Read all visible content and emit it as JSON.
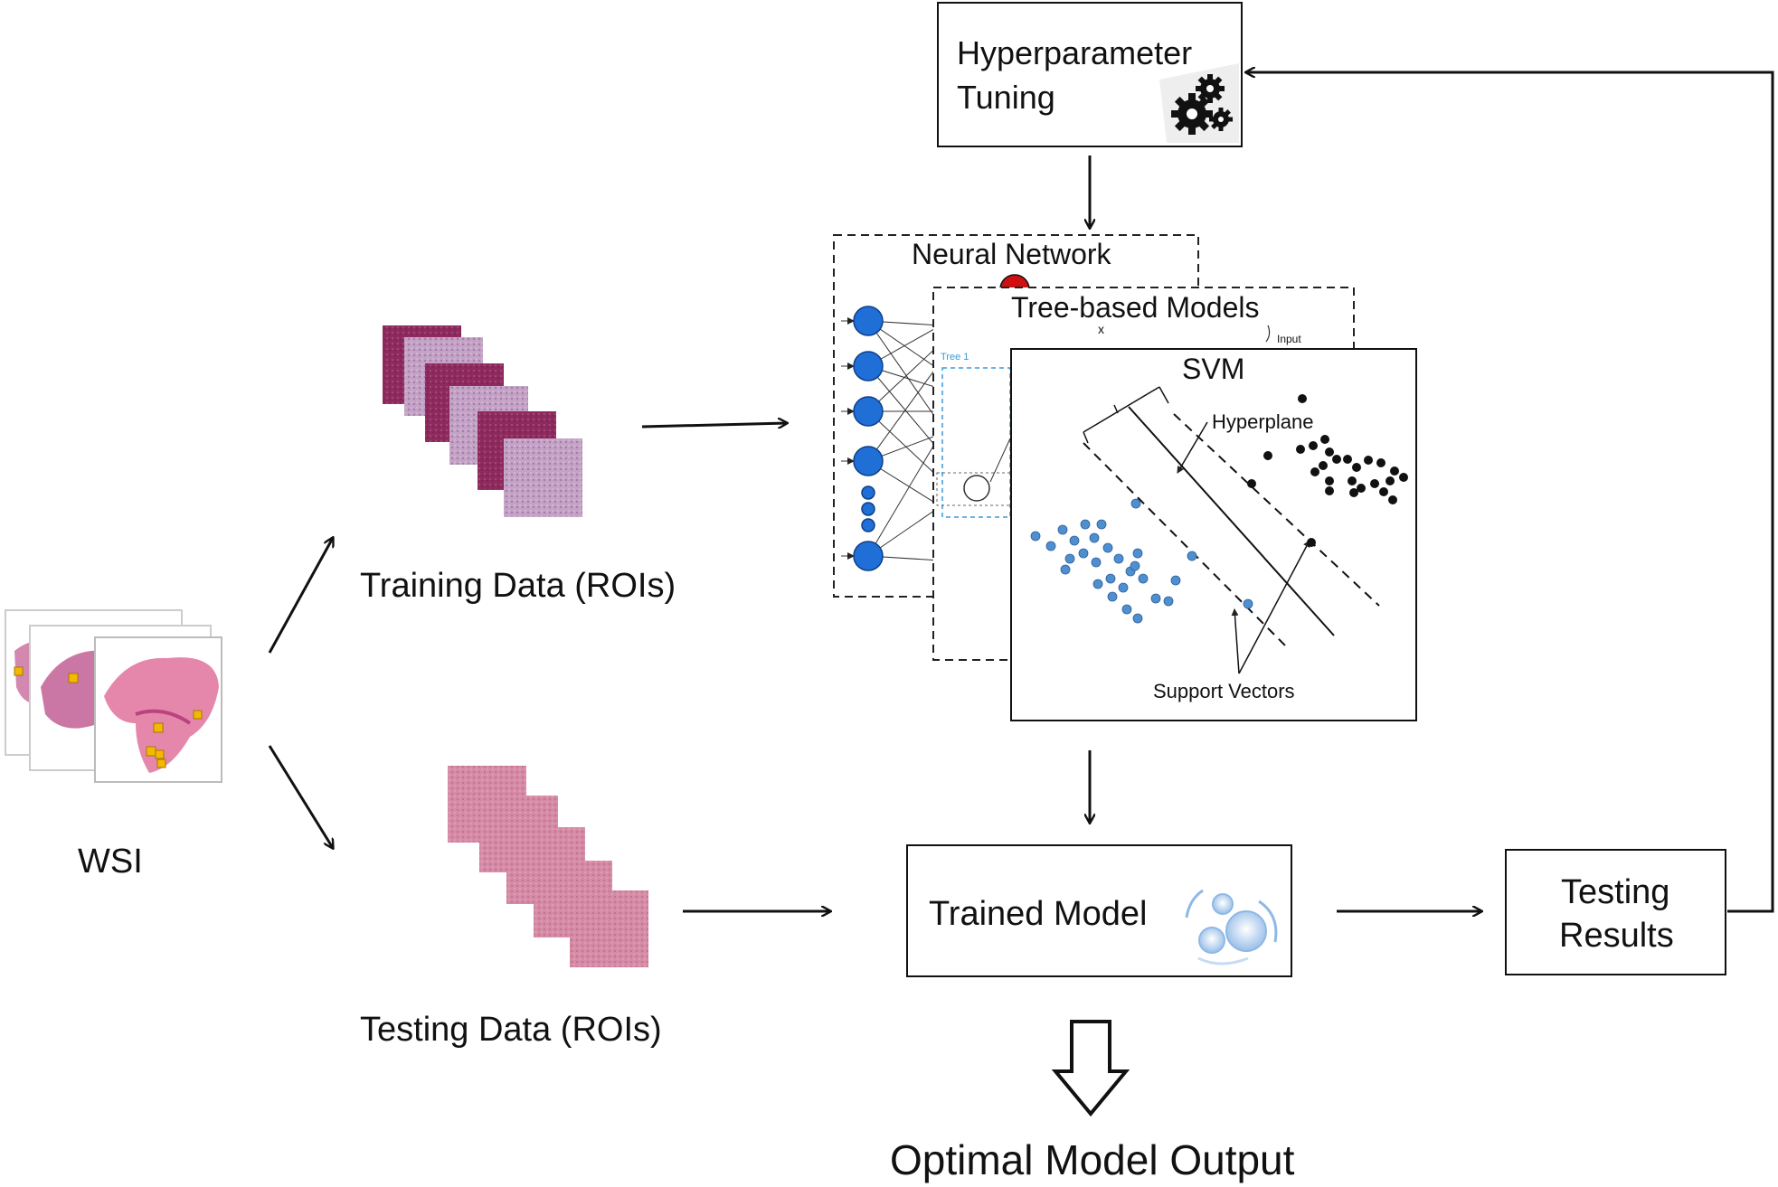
{
  "wsi": {
    "label": "WSI"
  },
  "training": {
    "label": "Training Data (ROIs)"
  },
  "testing": {
    "label": "Testing Data (ROIs)"
  },
  "hyperparameter": {
    "line1": "Hyperparameter",
    "line2": "Tuning",
    "icon": "gears-icon"
  },
  "neural_network": {
    "title": "Neural Network"
  },
  "tree_models": {
    "title": "Tree-based Models",
    "x_label": "x",
    "input_label": "Input",
    "tree_label": "Tree 1"
  },
  "svm": {
    "title": "SVM",
    "hyperplane_label": "Hyperplane",
    "support_vectors_label": "Support Vectors"
  },
  "trained_model": {
    "label": "Trained Model",
    "icon": "gears-icon"
  },
  "testing_results": {
    "line1": "Testing",
    "line2": "Results"
  },
  "output": {
    "label": "Optimal Model Output"
  },
  "colors": {
    "tissue_dark": "#8e2a5e",
    "tissue_light": "#c9a6c8",
    "tissue_pink": "#d27a96",
    "roi_marker": "#f5b800",
    "neuron_blue": "#1f6fd6",
    "svm_blue": "#4f8fd0",
    "tree_blue": "#3a9ad9",
    "output_red": "#d01010"
  }
}
